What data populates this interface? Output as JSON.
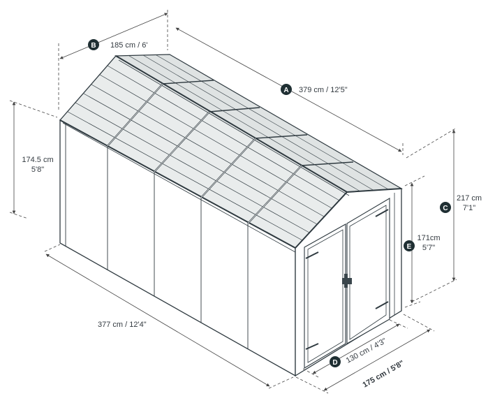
{
  "colors": {
    "line": "#2f3a40",
    "badge": "#1f2f33",
    "roof_fill": "#e9ecec",
    "wall_fill": "#ffffff"
  },
  "dimensions": {
    "A": {
      "badge": "A",
      "label": "379 cm / 12'5\""
    },
    "B": {
      "badge": "B",
      "label": "185 cm / 6'"
    },
    "C": {
      "badge": "C",
      "line1": "217 cm",
      "line2": "7'1\""
    },
    "D": {
      "badge": "D",
      "label": "130 cm / 4'3\""
    },
    "E": {
      "badge": "E",
      "line1": "171cm",
      "line2": "5'7\""
    },
    "side_height": {
      "line1": "174.5 cm",
      "line2": "5'8\""
    },
    "base_length": {
      "label": "377 cm / 12'4\""
    },
    "base_width": {
      "label": "175 cm / 5'8\""
    }
  }
}
